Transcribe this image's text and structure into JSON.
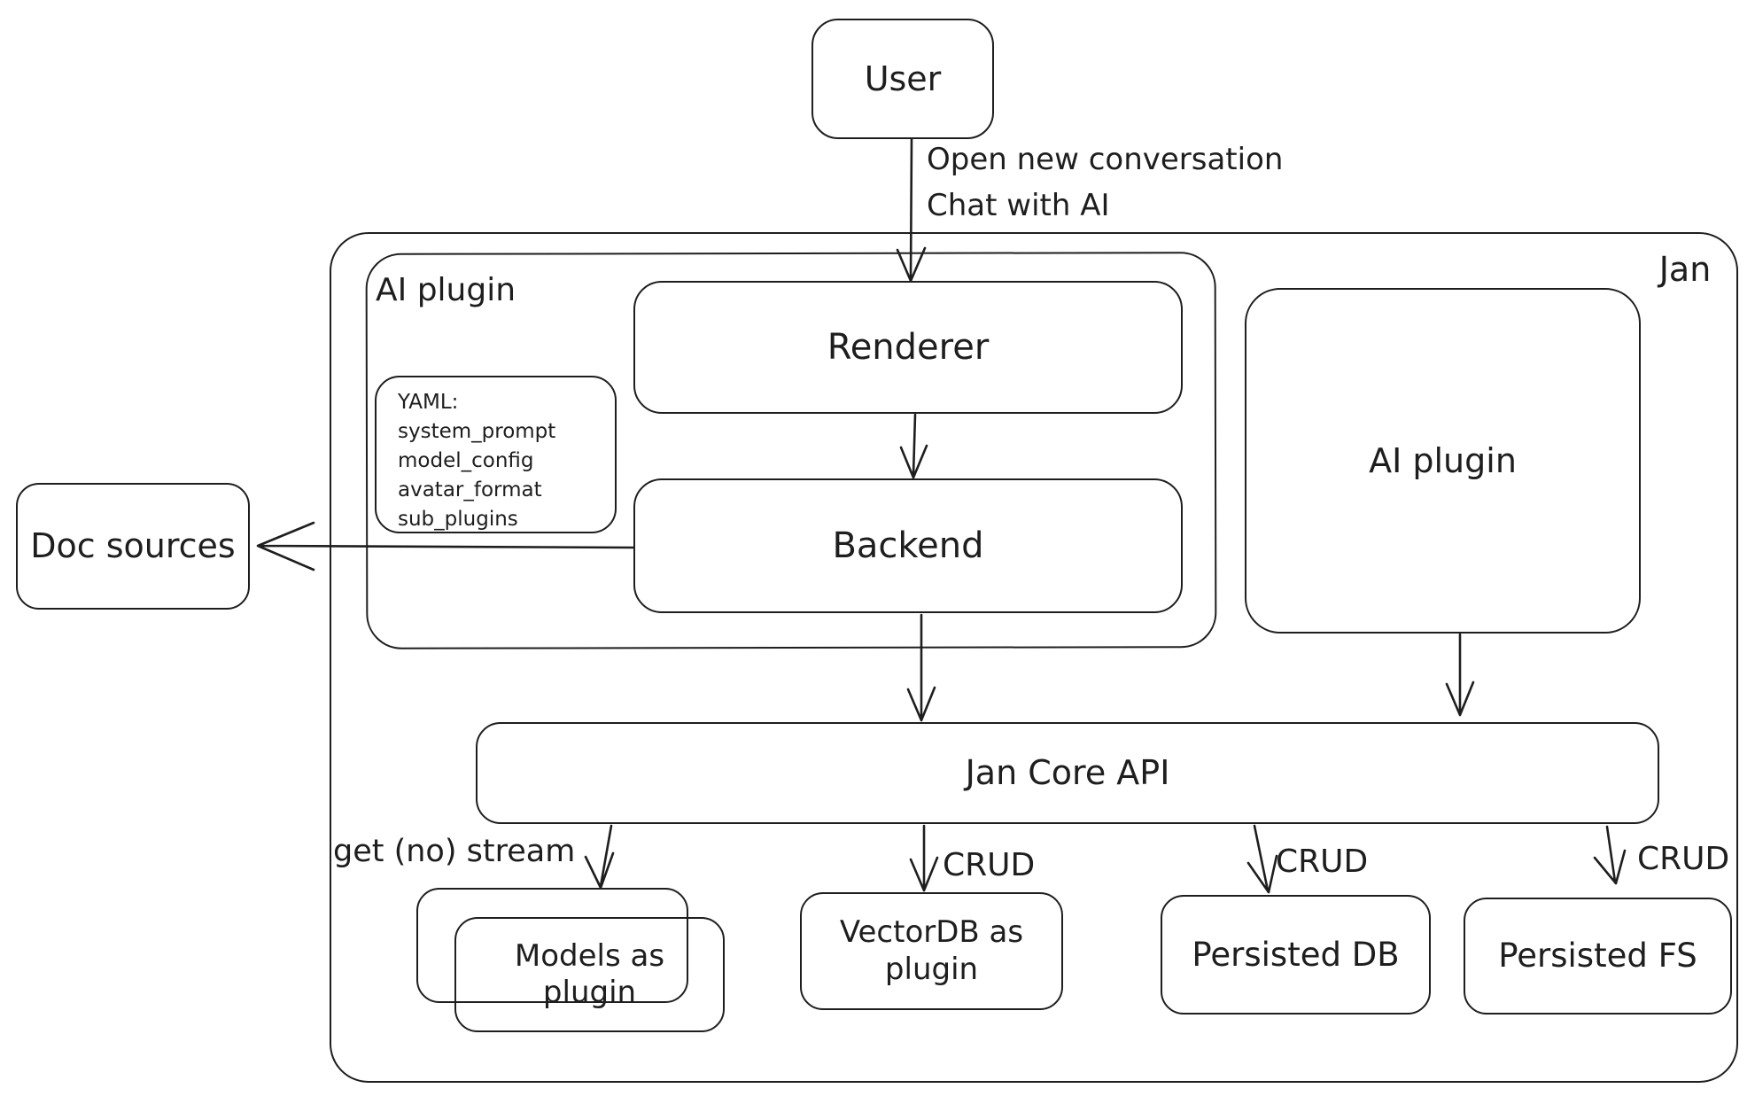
{
  "nodes": {
    "user": "User",
    "jan": "Jan",
    "ai_plugin_container": "AI plugin",
    "renderer": "Renderer",
    "backend": "Backend",
    "yaml_note": {
      "title": "YAML:",
      "items": [
        "system_prompt",
        "model_config",
        "avatar_format",
        "sub_plugins"
      ]
    },
    "doc_sources": "Doc sources",
    "ai_plugin_box": "AI plugin",
    "jan_core_api": "Jan Core API",
    "models_as_plugin": "Models as plugin",
    "vectordb_as_plugin": "VectorDB as plugin",
    "persisted_db": "Persisted DB",
    "persisted_fs": "Persisted FS"
  },
  "edge_labels": {
    "user_to_renderer_line1": "Open new conversation",
    "user_to_renderer_line2": "Chat with AI",
    "get_no_stream": "get (no) stream",
    "crud": "CRUD"
  },
  "colors": {
    "stroke": "#1e1e1e",
    "background": "#ffffff"
  }
}
